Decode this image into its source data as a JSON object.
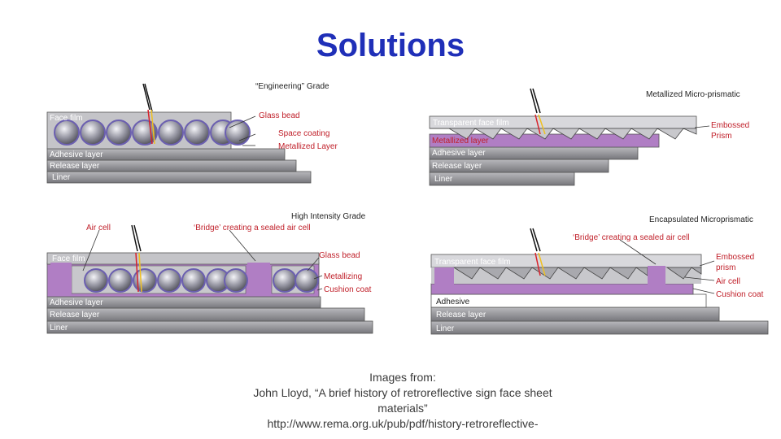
{
  "slide": {
    "title": "Solutions"
  },
  "diagrams": {
    "engineering": {
      "grade_title": "“Engineering” Grade",
      "face_film": "Face film",
      "adhesive": "Adhesive layer",
      "release": "Release layer",
      "liner": "Liner",
      "glass_bead": "Glass bead",
      "space_coating": "Space coating",
      "metallized": "Metallized Layer"
    },
    "high_intensity": {
      "grade_title": "High Intensity Grade",
      "air_cell": "Air cell",
      "bridge": "‘Bridge’ creating a sealed air cell",
      "face_film": "Face film",
      "adhesive": "Adhesive layer",
      "release": "Release layer",
      "liner": "Liner",
      "glass_bead": "Glass bead",
      "metallizing": "Metallizing",
      "cushion": "Cushion coat"
    },
    "metallized_prismatic": {
      "grade_title": "Metallized Micro-prismatic",
      "face_film": "Transparent face film",
      "metallized": "Metallized layer",
      "adhesive": "Adhesive layer",
      "release": "Release layer",
      "liner": "Liner",
      "embossed": "Embossed",
      "prism": "Prism"
    },
    "encapsulated_prismatic": {
      "grade_title": "Encapsulated Microprismatic",
      "bridge": "‘Bridge’ creating a sealed air cell",
      "face_film": "Transparent face film",
      "adhesive": "Adhesive",
      "release": "Release layer",
      "liner": "Liner",
      "embossed": "Embossed",
      "prism": "prism",
      "air_cell": "Air cell",
      "cushion": "Cushion coat"
    }
  },
  "caption": {
    "line1": "Images from:",
    "line2": "John Lloyd, “A brief history of retroreflective sign face sheet",
    "line3": "materials”",
    "line4": "http://www.rema.org.uk/pub/pdf/history-retroreflective-"
  },
  "colors": {
    "title": "#1f2fb8",
    "purple": "#b07ec4",
    "layer_gray": "#8a8a8e",
    "red_label": "#c0202a"
  }
}
